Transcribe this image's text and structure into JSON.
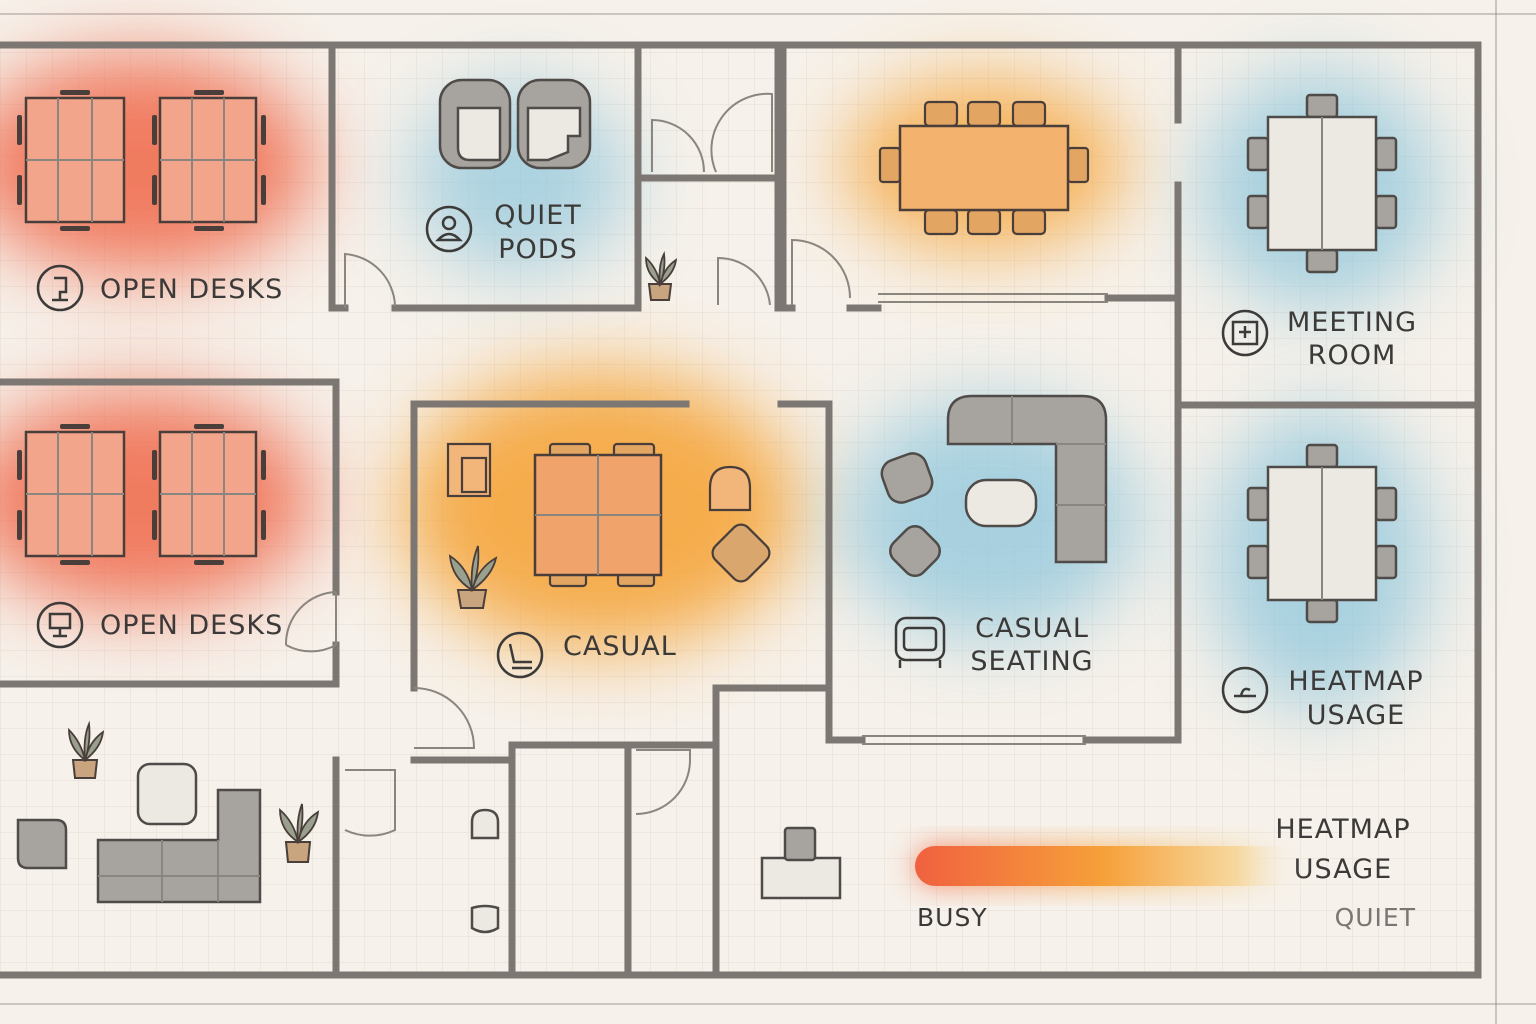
{
  "zones": {
    "open_desks_top": "OPEN DESKS",
    "open_desks_bottom": "OPEN DESKS",
    "quiet_pods_line1": "QUIET",
    "quiet_pods_line2": "PODS",
    "meeting_room_line1": "MEETING",
    "meeting_room_line2": "ROOM",
    "casual": "CASUAL",
    "casual_seating_line1": "CASUAL",
    "casual_seating_line2": "SEATING",
    "heatmap_room_line1": "HEATMAP",
    "heatmap_room_line2": "USAGE"
  },
  "legend": {
    "title_line1": "HEATMAP",
    "title_line2": "USAGE",
    "busy": "BUSY",
    "quiet": "QUIET"
  },
  "colors": {
    "busy": "#f0684a",
    "medium": "#f5a53a",
    "quiet": "#8ec6dc",
    "wall": "#7d7773",
    "background": "#f6f1ea"
  }
}
